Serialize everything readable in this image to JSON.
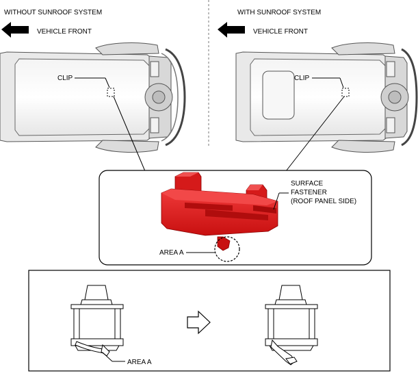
{
  "panels": {
    "left": {
      "title": "WITHOUT SUNROOF SYSTEM",
      "direction_label": "VEHICLE FRONT",
      "clip_label": "CLIP"
    },
    "right": {
      "title": "WITH SUNROOF SYSTEM",
      "direction_label": "VEHICLE FRONT",
      "clip_label": "CLIP"
    }
  },
  "detail": {
    "part_label_lines": [
      "SURFACE",
      "FASTENER",
      "(ROOF PANEL SIDE)"
    ],
    "area_label": "AREA A",
    "part_color": "#e0161b"
  },
  "bottom": {
    "area_label": "AREA A"
  },
  "icons": [
    "arrow-left-icon",
    "arrow-right-icon"
  ]
}
